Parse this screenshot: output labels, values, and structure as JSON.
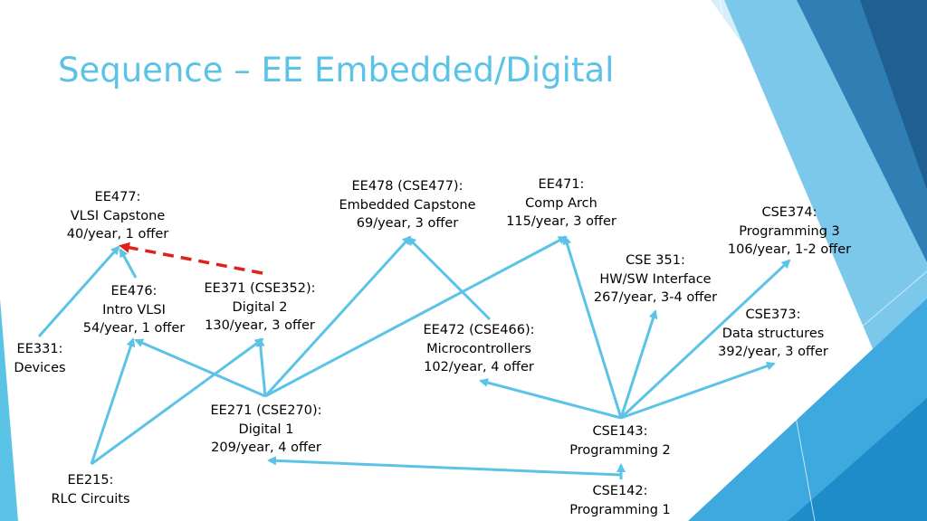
{
  "slide": {
    "title": "Sequence – EE Embedded/Digital"
  },
  "nodes": {
    "ee477": [
      "EE477:",
      "VLSI Capstone",
      "40/year, 1 offer"
    ],
    "ee478": [
      "EE478 (CSE477):",
      "Embedded Capstone",
      "69/year, 3 offer"
    ],
    "ee471": [
      "EE471:",
      "Comp Arch",
      "115/year, 3 offer"
    ],
    "cse374": [
      "CSE374:",
      "Programming 3",
      "106/year, 1-2 offer"
    ],
    "cse351": [
      "CSE 351:",
      "HW/SW Interface",
      "267/year, 3-4 offer"
    ],
    "ee476": [
      "EE476:",
      "Intro VLSI",
      "54/year, 1 offer"
    ],
    "ee371": [
      "EE371 (CSE352):",
      "Digital 2",
      "130/year, 3 offer"
    ],
    "cse373": [
      "CSE373:",
      "Data structures",
      "392/year, 3 offer"
    ],
    "ee472": [
      "EE472 (CSE466):",
      "Microcontrollers",
      "102/year, 4 offer"
    ],
    "ee331": [
      "EE331:",
      "Devices"
    ],
    "ee271": [
      "EE271 (CSE270):",
      "Digital 1",
      "209/year, 4 offer"
    ],
    "cse143": [
      "CSE143:",
      "Programming 2"
    ],
    "ee215": [
      "EE215:",
      "RLC Circuits"
    ],
    "cse142": [
      "CSE142:",
      "Programming 1"
    ]
  },
  "colors": {
    "title": "#5bc3e6",
    "arrow": "#5bc3e6",
    "dashed_arrow": "#e0201a",
    "text": "#000000"
  }
}
